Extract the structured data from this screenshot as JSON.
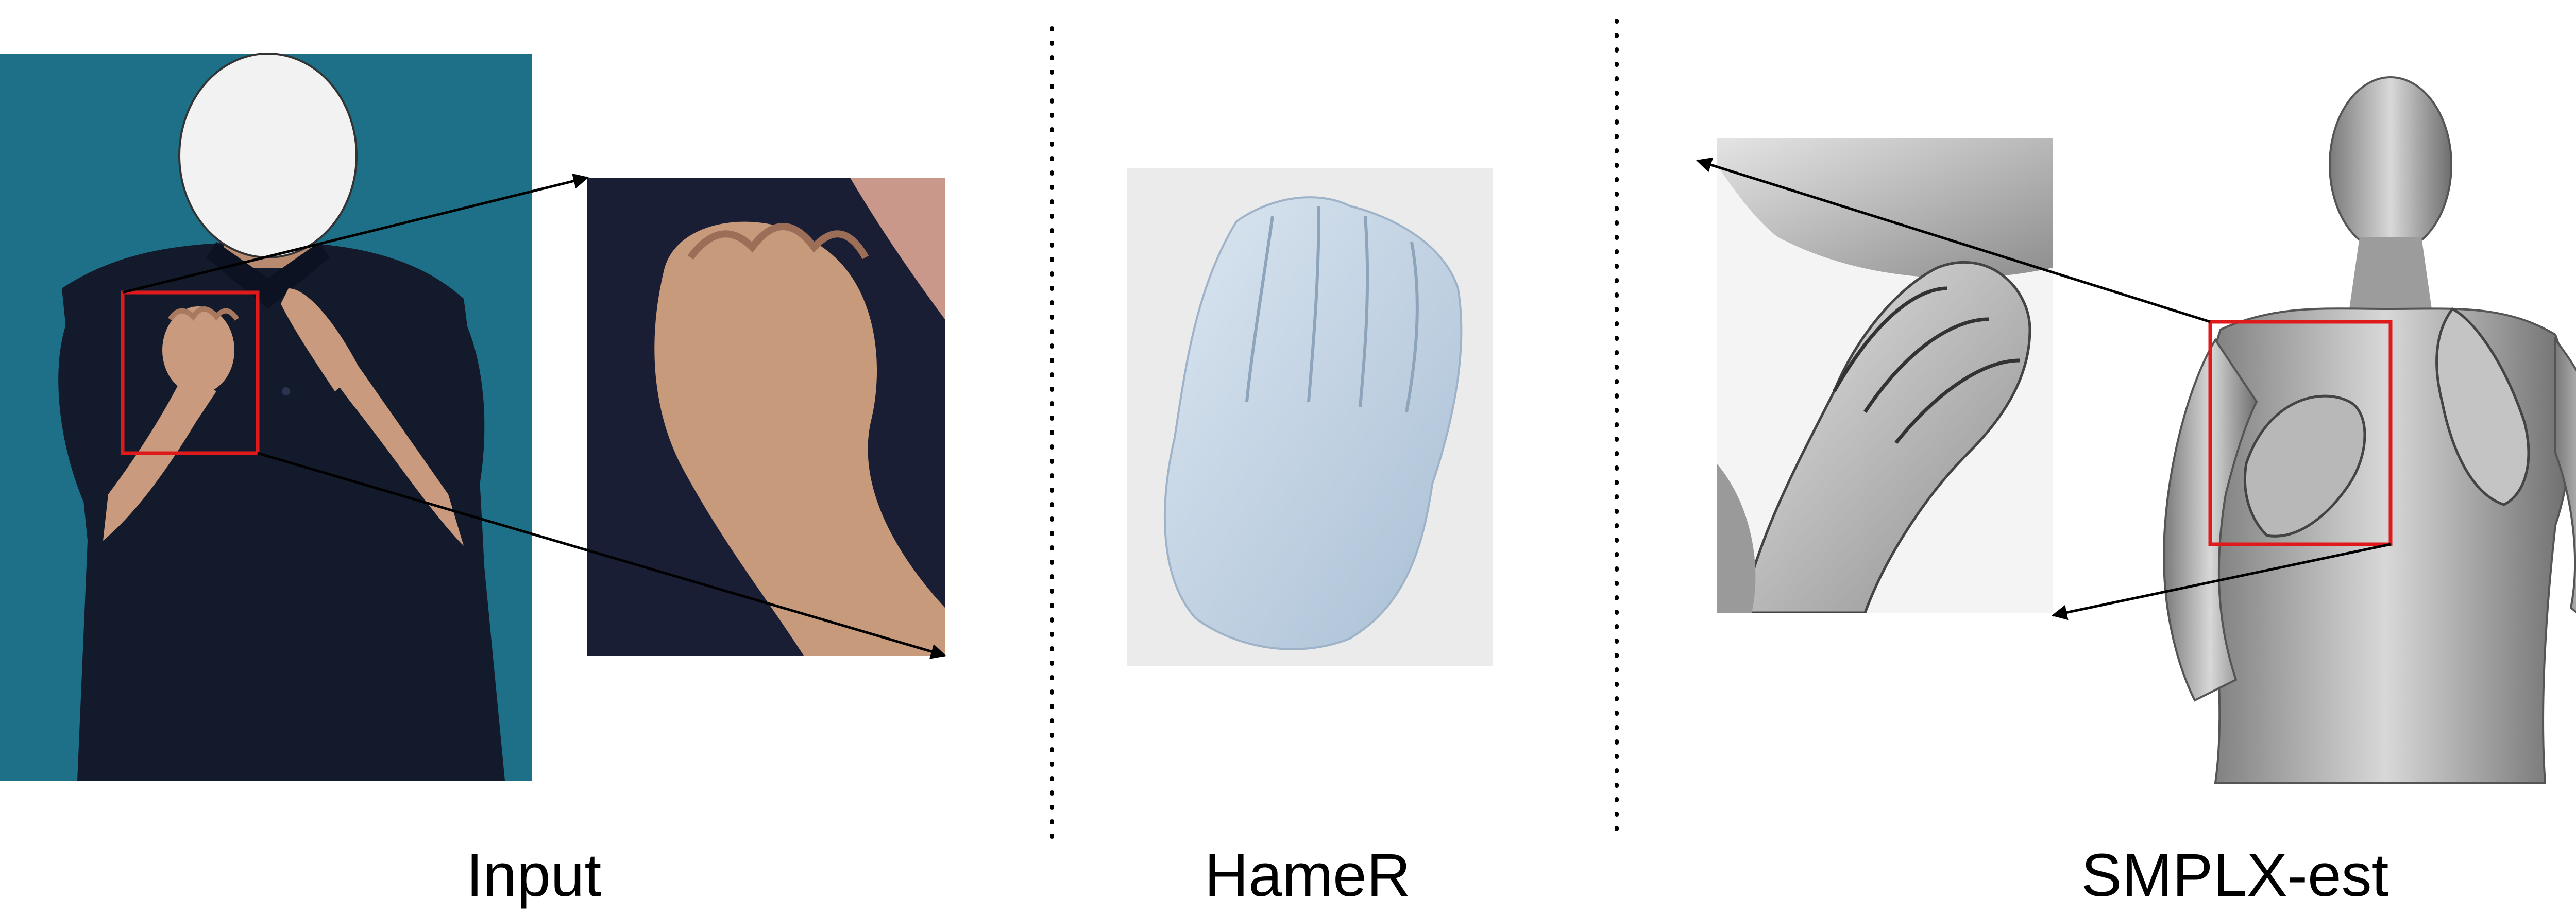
{
  "labels": {
    "input": "Input",
    "hamer": "HameR",
    "smplx": "SMPLX-est"
  },
  "colors": {
    "background": "#ffffff",
    "input_backdrop": "#1e7088",
    "shirt": "#131a2c",
    "skin": "#c99a7e",
    "face_mask": "#f2f2f2",
    "highlight_box": "#e01a1a",
    "hamer_panel": "#ebebeb",
    "hamer_mesh": "#c6d6e6",
    "smplx_mesh": "#a8a8a8",
    "divider": "#000000",
    "arrow": "#000000"
  },
  "icons": {
    "face": "face-anonymization-circle",
    "pointer": "arrow"
  }
}
